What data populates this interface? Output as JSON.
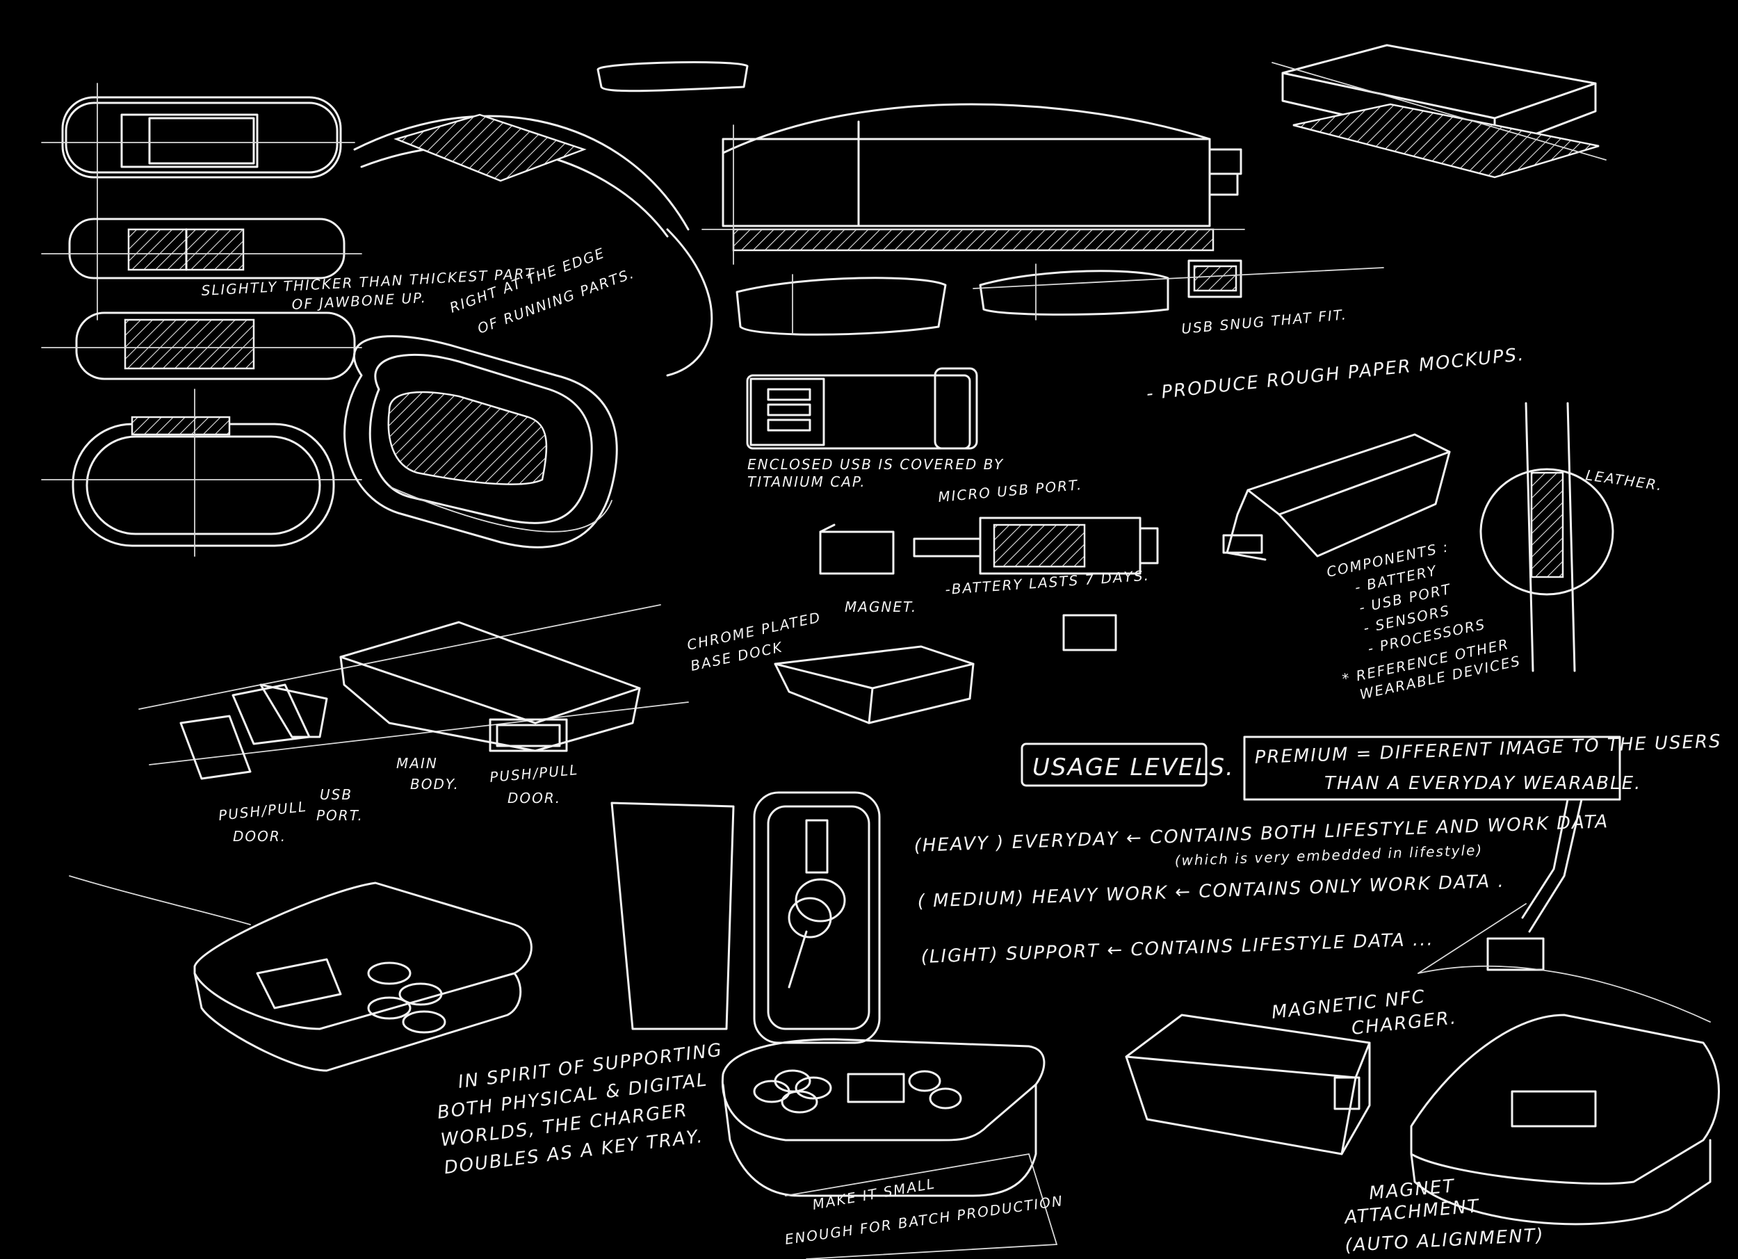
{
  "annotations": {
    "thicker": "SLIGHTLY THICKER THAN THICKEST PART",
    "thicker_2": "OF JAWBONE UP.",
    "edge_1": "RIGHT AT THE EDGE",
    "edge_2": "OF RUNNING PARTS.",
    "usb_snug": "USB SNUG THAT FIT.",
    "mockups": "- PRODUCE ROUGH PAPER MOCKUPS.",
    "enclosed_1": "ENCLOSED USB IS COVERED BY",
    "enclosed_2": "TITANIUM CAP.",
    "micro_usb": "MICRO USB PORT.",
    "magnet": "MAGNET.",
    "battery": "-BATTERY LASTS 7 DAYS.",
    "leather": "LEATHER.",
    "components_title": "COMPONENTS :",
    "components": [
      "- BATTERY",
      "- USB PORT",
      "- SENSORS",
      "- PROCESSORS"
    ],
    "reference_1": "* REFERENCE OTHER",
    "reference_2": "WEARABLE DEVICES",
    "base_dock_1": "CHROME PLATED",
    "base_dock_2": "BASE DOCK",
    "main_body_1": "MAIN",
    "main_body_2": "BODY.",
    "push_pull_a_1": "PUSH/PULL",
    "push_pull_a_2": "DOOR.",
    "usb_port_1": "USB",
    "usb_port_2": "PORT.",
    "push_pull_b_1": "PUSH/PULL",
    "push_pull_b_2": "DOOR.",
    "usage_levels": "USAGE LEVELS.",
    "premium_1": "PREMIUM = DIFFERENT IMAGE TO THE USERS",
    "premium_2": "THAN A EVERYDAY WEARABLE.",
    "usage_heavy": "(HEAVY ) EVERYDAY ← CONTAINS BOTH LIFESTYLE AND WORK DATA",
    "usage_heavy_note": "(which is very embedded in lifestyle)",
    "usage_medium": "( MEDIUM) HEAVY WORK ← CONTAINS ONLY WORK DATA .",
    "usage_light": "(LIGHT) SUPPORT ← CONTAINS LIFESTYLE DATA ...",
    "spirit_1": "IN SPIRIT OF SUPPORTING",
    "spirit_2": "BOTH PHYSICAL & DIGITAL",
    "spirit_3": "WORLDS, THE CHARGER",
    "spirit_4": "DOUBLES AS A KEY TRAY.",
    "nfc_1": "MAGNETIC NFC",
    "nfc_2": "CHARGER.",
    "small_1": "MAKE IT SMALL",
    "small_2": "ENOUGH FOR BATCH PRODUCTION",
    "magnet_att_1": "MAGNET",
    "magnet_att_2": "ATTACHMENT",
    "magnet_att_3": "(AUTO ALIGNMENT)"
  }
}
